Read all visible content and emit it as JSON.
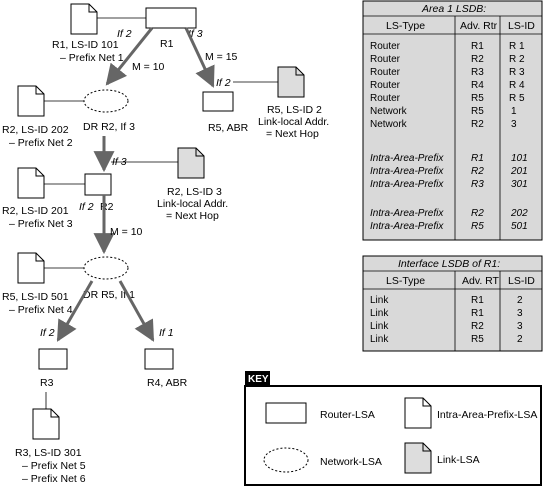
{
  "diagram": {
    "nodes": {
      "r1": "R1",
      "dr_r2_if3": "DR R2, If 3",
      "r5_abr": "R5, ABR",
      "r2": "R2",
      "dr_r5_if1": "DR R5, If 1",
      "r3": "R3",
      "r4_abr": "R4, ABR"
    },
    "interfaces": {
      "r1_if2": "If 2",
      "r1_if3": "If 3",
      "r5_if2": "If 2",
      "r2_if3": "If 3",
      "r2_if2": "If 2",
      "r3_if2": "If 2",
      "r4_if1": "If 1"
    },
    "metrics": {
      "m_r1_dr": "M = 10",
      "m_r1_r5": "M = 15",
      "m_r2_dr": "M = 10"
    },
    "lsas": {
      "r1_101": [
        "R1, LS-ID 101",
        "– Prefix Net 1"
      ],
      "r2_202": [
        "R2, LS-ID 202",
        "– Prefix Net 2"
      ],
      "r5_2": [
        "R5, LS-ID 2",
        "Link-local Addr.",
        "= Next Hop"
      ],
      "r2_201": [
        "R2, LS-ID 201",
        "– Prefix Net 3"
      ],
      "r2_3": [
        "R2, LS-ID 3",
        "Link-local Addr.",
        "= Next Hop"
      ],
      "r5_501": [
        "R5, LS-ID 501",
        "– Prefix Net 4"
      ],
      "r3_301": [
        "R3, LS-ID 301",
        "– Prefix Net 5",
        "– Prefix Net 6"
      ]
    }
  },
  "area_lsdb": {
    "title": "Area 1 LSDB:",
    "headers": [
      "LS-Type",
      "Adv. Rtr",
      "LS-ID"
    ],
    "rows": [
      [
        "Router",
        "R1",
        "R 1"
      ],
      [
        "Router",
        "R2",
        "R 2"
      ],
      [
        "Router",
        "R3",
        "R 3"
      ],
      [
        "Router",
        "R4",
        "R 4"
      ],
      [
        "Router",
        "R5",
        "R 5"
      ],
      [
        "Network",
        "R5",
        "1"
      ],
      [
        "Network",
        "R2",
        "3"
      ]
    ],
    "prefix_rows_a": [
      [
        "Intra-Area-Prefix",
        "R1",
        "101"
      ],
      [
        "Intra-Area-Prefix",
        "R2",
        "201"
      ],
      [
        "Intra-Area-Prefix",
        "R3",
        "301"
      ]
    ],
    "prefix_rows_b": [
      [
        "Intra-Area-Prefix",
        "R2",
        "202"
      ],
      [
        "Intra-Area-Prefix",
        "R5",
        "501"
      ]
    ]
  },
  "interface_lsdb": {
    "title": "Interface LSDB of R1:",
    "headers": [
      "LS-Type",
      "Adv. RT",
      "LS-ID"
    ],
    "rows": [
      [
        "Link",
        "R1",
        "2"
      ],
      [
        "Link",
        "R1",
        "3"
      ],
      [
        "Link",
        "R2",
        "3"
      ],
      [
        "Link",
        "R5",
        "2"
      ]
    ]
  },
  "key": {
    "title": "KEY",
    "router_lsa": "Router-LSA",
    "network_lsa": "Network-LSA",
    "intra_area_prefix_lsa": "Intra-Area-Prefix-LSA",
    "link_lsa": "Link-LSA"
  }
}
